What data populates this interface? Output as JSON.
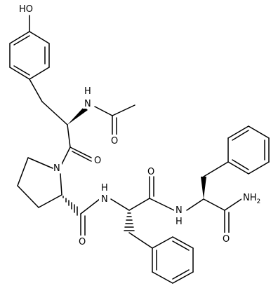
{
  "molecule": {
    "atom_labels": {
      "hydroxyl": "HO",
      "acetyl_amide_nh": "H",
      "acetyl_amide_n": "N",
      "acetyl_carbonyl_o": "O",
      "tyr_carbonyl_o": "O",
      "proline_n": "N",
      "pro_amide_nh": "H",
      "pro_amide_n": "N",
      "pro_carbonyl_o": "O",
      "phe1_carbonyl_o": "O",
      "phe1_amide_nh": "H",
      "phe1_amide_n": "N",
      "terminal_amide": "NH",
      "terminal_amide_sub": "2",
      "terminal_carbonyl_o": "O"
    },
    "colors": {
      "bond": "#000000",
      "text": "#000000",
      "background": "#ffffff"
    }
  }
}
